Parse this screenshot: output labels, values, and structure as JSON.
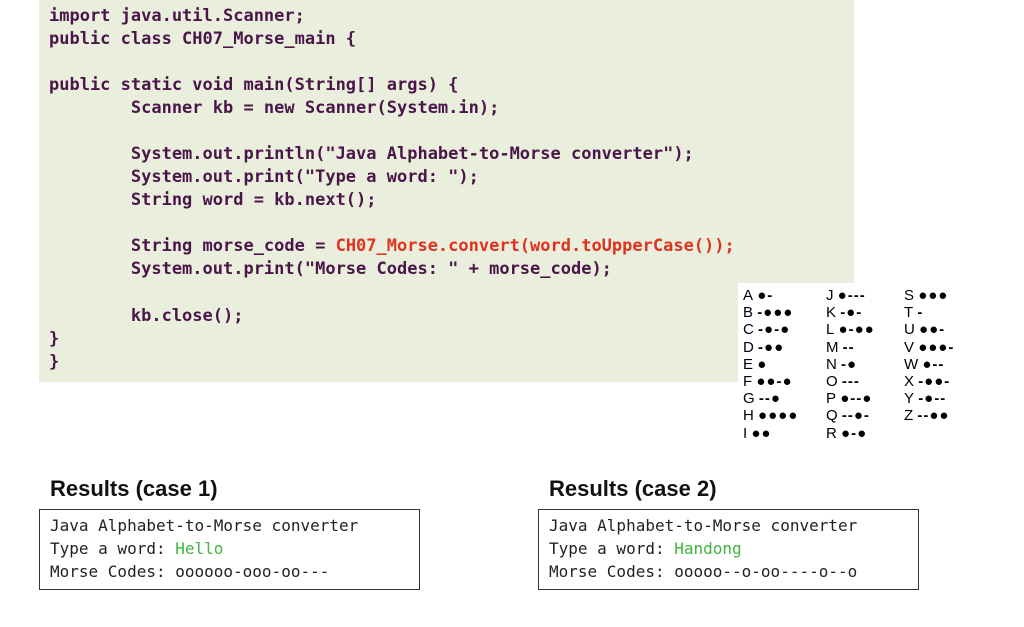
{
  "code": {
    "lines": [
      "import java.util.Scanner;",
      "public class CH07_Morse_main {",
      "",
      "public static void main(String[] args) {",
      "        Scanner kb = new Scanner(System.in);",
      "",
      "        System.out.println(\"Java Alphabet-to-Morse converter\");",
      "        System.out.print(\"Type a word: \");",
      "        String word = kb.next();",
      "",
      "        String morse_code = ",
      "        System.out.print(\"Morse Codes: \" + morse_code);",
      "",
      "        kb.close();",
      "}",
      "}"
    ],
    "highlight": "CH07_Morse.convert(word.toUpperCase());"
  },
  "morse_table": {
    "col1": [
      {
        "letter": "A",
        "code": "●-"
      },
      {
        "letter": "B",
        "code": "-●●●"
      },
      {
        "letter": "C",
        "code": "-●-●"
      },
      {
        "letter": "D",
        "code": "-●●"
      },
      {
        "letter": "E",
        "code": "●"
      },
      {
        "letter": "F",
        "code": "●●-●"
      },
      {
        "letter": "G",
        "code": "--●"
      },
      {
        "letter": "H",
        "code": "●●●●"
      },
      {
        "letter": "I",
        "code": "●●"
      }
    ],
    "col2": [
      {
        "letter": "J",
        "code": "●---"
      },
      {
        "letter": "K",
        "code": "-●-"
      },
      {
        "letter": "L",
        "code": "●-●●"
      },
      {
        "letter": "M",
        "code": "--"
      },
      {
        "letter": "N",
        "code": "-●"
      },
      {
        "letter": "O",
        "code": "---"
      },
      {
        "letter": "P",
        "code": "●--●"
      },
      {
        "letter": "Q",
        "code": "--●-"
      },
      {
        "letter": "R",
        "code": "●-●"
      }
    ],
    "col3": [
      {
        "letter": "S",
        "code": "●●●"
      },
      {
        "letter": "T",
        "code": "-"
      },
      {
        "letter": "U",
        "code": "●●-"
      },
      {
        "letter": "V",
        "code": "●●●-"
      },
      {
        "letter": "W",
        "code": "●--"
      },
      {
        "letter": "X",
        "code": "-●●-"
      },
      {
        "letter": "Y",
        "code": "-●--"
      },
      {
        "letter": "Z",
        "code": "--●●"
      }
    ]
  },
  "results": [
    {
      "title": "Results (case 1)",
      "line1": "Java Alphabet-to-Morse converter",
      "line2_prefix": "Type a word: ",
      "input": "Hello",
      "line3": "Morse Codes: oooooo-ooo-oo---"
    },
    {
      "title": "Results (case 2)",
      "line1": "Java Alphabet-to-Morse converter",
      "line2_prefix": "Type a word: ",
      "input": "Handong",
      "line3": "Morse Codes: ooooo--o-oo----o--o"
    }
  ],
  "colors": {
    "code_bg": "#eaeedd",
    "code_text": "#4a1548",
    "highlight": "#e0321c",
    "input_green": "#3fb53c"
  }
}
